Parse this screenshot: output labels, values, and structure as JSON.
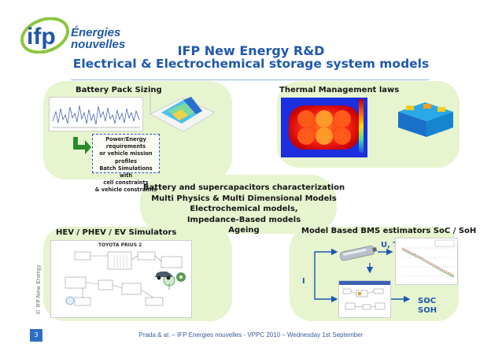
{
  "brand": {
    "line1": "Énergies",
    "line2": "nouvelles"
  },
  "title": {
    "line1": "IFP New Energy R&D",
    "line2": "Electrical & Electrochemical storage system models"
  },
  "panels": {
    "battery_pack": {
      "heading": "Battery Pack Sizing",
      "requirements": [
        "Power/Energy requirements",
        "or vehicle mission profiles",
        "Batch Simulations with",
        "cell constraints",
        "& vehicle constraints"
      ]
    },
    "thermal": {
      "heading": "Thermal Management laws"
    },
    "center": {
      "lines": [
        "Battery and supercapacitors characterization",
        "Multi Physics & Multi Dimensional  Models",
        "Electrochemical models,",
        "Impedance-Based models",
        "Ageing"
      ]
    },
    "hev": {
      "heading": "HEV / PHEV / EV Simulators",
      "diagram_title": "TOYOTA PRIUS 2"
    },
    "bms": {
      "heading": "Model Based BMS estimators SoC / SoH",
      "input_ut": "U, T",
      "input_i": "I",
      "output_soc": "SOC",
      "output_soh": "SOH"
    }
  },
  "sidebar_text": "© IFP New Energy",
  "page_number": "3",
  "footer": "Prada & al. – IFP Energies nouvelles - VPPC 2010 – Wednesday 1st September",
  "colors": {
    "accent": "#1f58b0",
    "blob": "#e6f4cf",
    "logo_green": "#8cc63f"
  }
}
